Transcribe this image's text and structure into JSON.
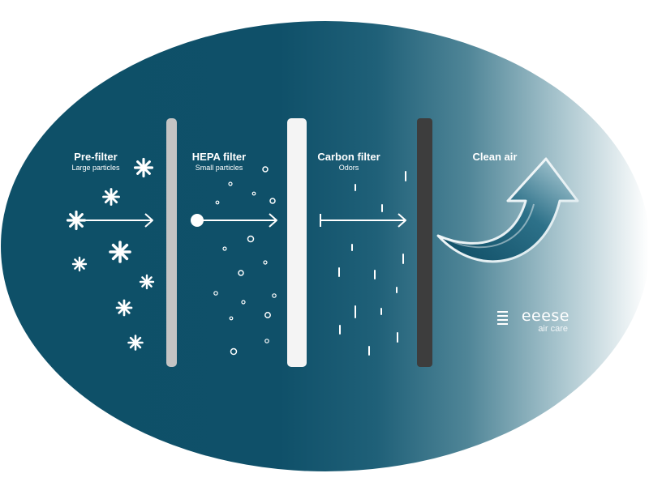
{
  "colors": {
    "background": "#0e5068",
    "gradient_end": "#ffffff",
    "prefilter_bar": "#c4c4c4",
    "hepa_bar": "#f4f4f4",
    "carbon_bar": "#3d3d3d",
    "symbols": "#ffffff"
  },
  "stages": [
    {
      "title": "Pre-filter",
      "subtitle": "Large particles",
      "particle": "snowflake-icon",
      "barrier": "gray-filter-bar"
    },
    {
      "title": "HEPA filter",
      "subtitle": "Small particles",
      "particle": "circle-icon",
      "barrier": "white-filter-bar"
    },
    {
      "title": "Carbon filter",
      "subtitle": "Odors",
      "particle": "line-icon",
      "barrier": "dark-filter-bar"
    },
    {
      "title": "Clean air",
      "subtitle": "",
      "particle": "curved-arrow-icon",
      "barrier": ""
    }
  ],
  "brand": {
    "name": "eeese",
    "tagline": "air care",
    "logo": "stacked-lines-icon"
  }
}
